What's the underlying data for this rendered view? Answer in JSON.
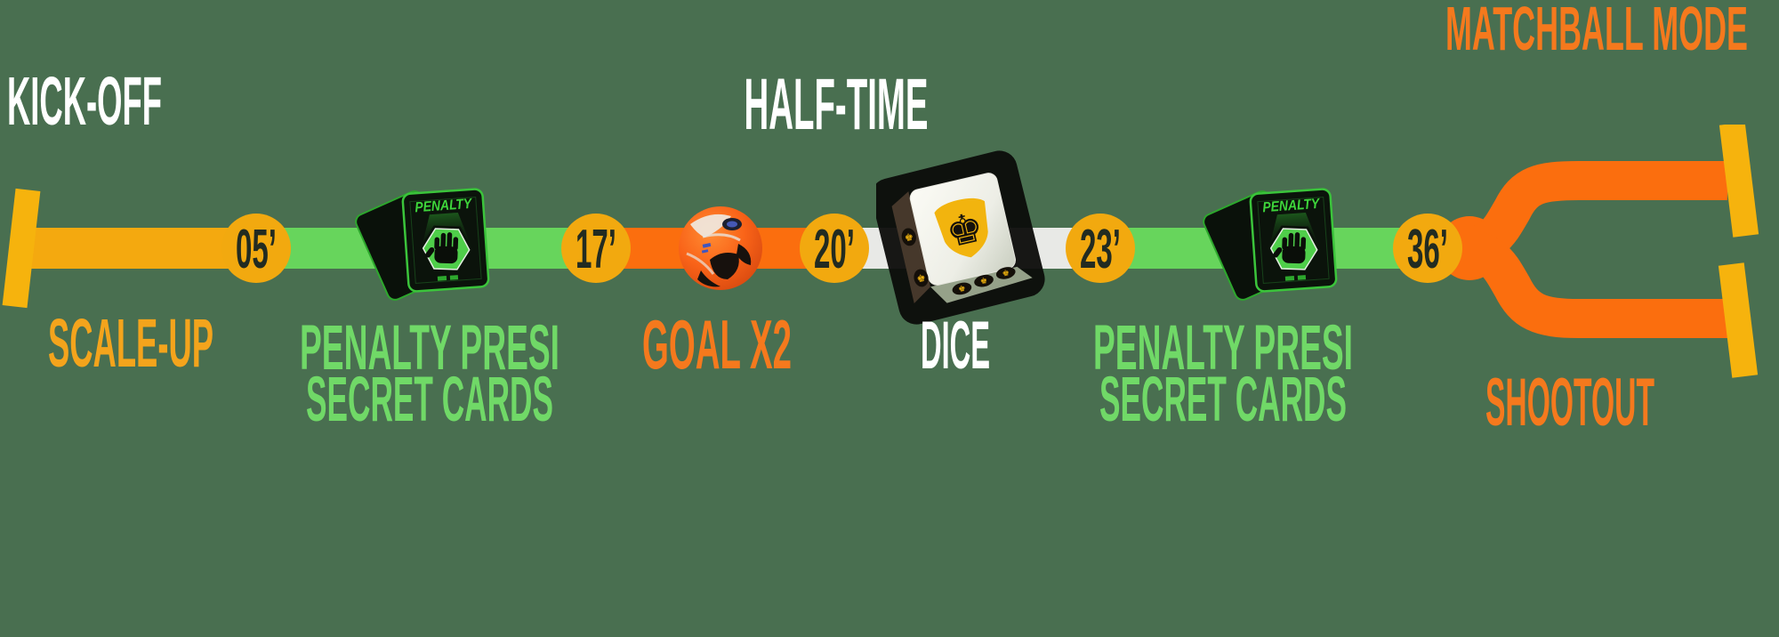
{
  "background_color": "#496F50",
  "header": {
    "kick_off": "KICK-OFF",
    "half_time": "HALF-TIME",
    "matchball_mode": "MATCHBALL MODE"
  },
  "markers": [
    {
      "time": "05’"
    },
    {
      "time": "17’"
    },
    {
      "time": "20’"
    },
    {
      "time": "23’"
    },
    {
      "time": "36’"
    }
  ],
  "events": {
    "scale_up": "SCALE-UP",
    "penalty_presi_1": {
      "line1": "PENALTY PRESI",
      "line2": "SECRET CARDS"
    },
    "goal_x2": "GOAL X2",
    "dice": "DICE",
    "penalty_presi_2": {
      "line1": "PENALTY PRESI",
      "line2": "SECRET CARDS"
    },
    "shootout": "SHOOTOUT"
  },
  "card": {
    "title": "PENALTY"
  },
  "icons": {
    "penalty_cards": "penalty-cards-icon",
    "ball": "soccer-ball-icon",
    "dice": "dice-icon"
  },
  "colors": {
    "background": "#496F50",
    "yellow_segment": "#F4A90F",
    "yellow_cap": "#F6B30D",
    "yellow_circle": "#F2A90F",
    "green_segment": "#67D55C",
    "green_text": "#70D967",
    "orange_segment": "#FB6E0E",
    "orange_text": "#F5791D",
    "white_segment": "#E8E9E6",
    "circle_number_text": "#222B21",
    "white_text": "#FFFFFF"
  }
}
